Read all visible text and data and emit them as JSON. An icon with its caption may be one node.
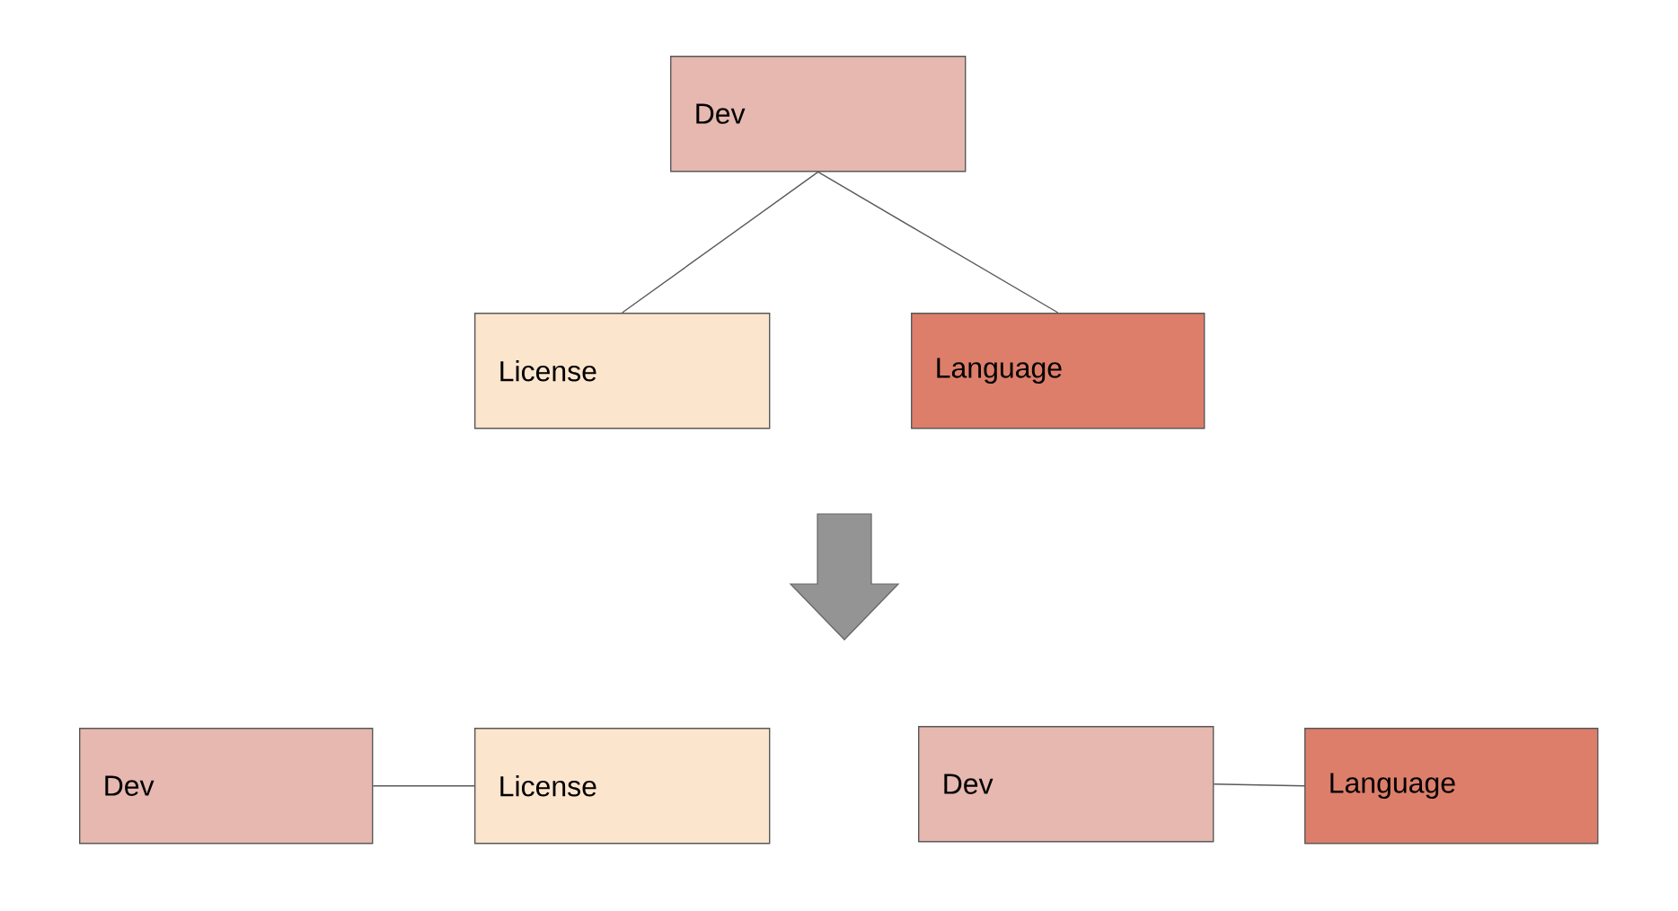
{
  "diagram": {
    "nodes": [
      {
        "text": [
          "Dev"
        ]
      },
      {
        "text": [
          "License"
        ]
      },
      {
        "text": [
          "Language"
        ]
      },
      {
        "text": [
          "Dev"
        ]
      },
      {
        "text": [
          "License"
        ]
      },
      {
        "text": [
          "Dev"
        ]
      },
      {
        "text": [
          "Language"
        ]
      }
    ],
    "edges": [
      {
        "from": 0,
        "to": 1,
        "arrow": "none"
      },
      {
        "from": 0,
        "to": 2,
        "arrow": "none"
      },
      {
        "from": 3,
        "to": 4,
        "arrow": "none"
      },
      {
        "from": 5,
        "to": 6,
        "arrow": "none"
      }
    ]
  }
}
